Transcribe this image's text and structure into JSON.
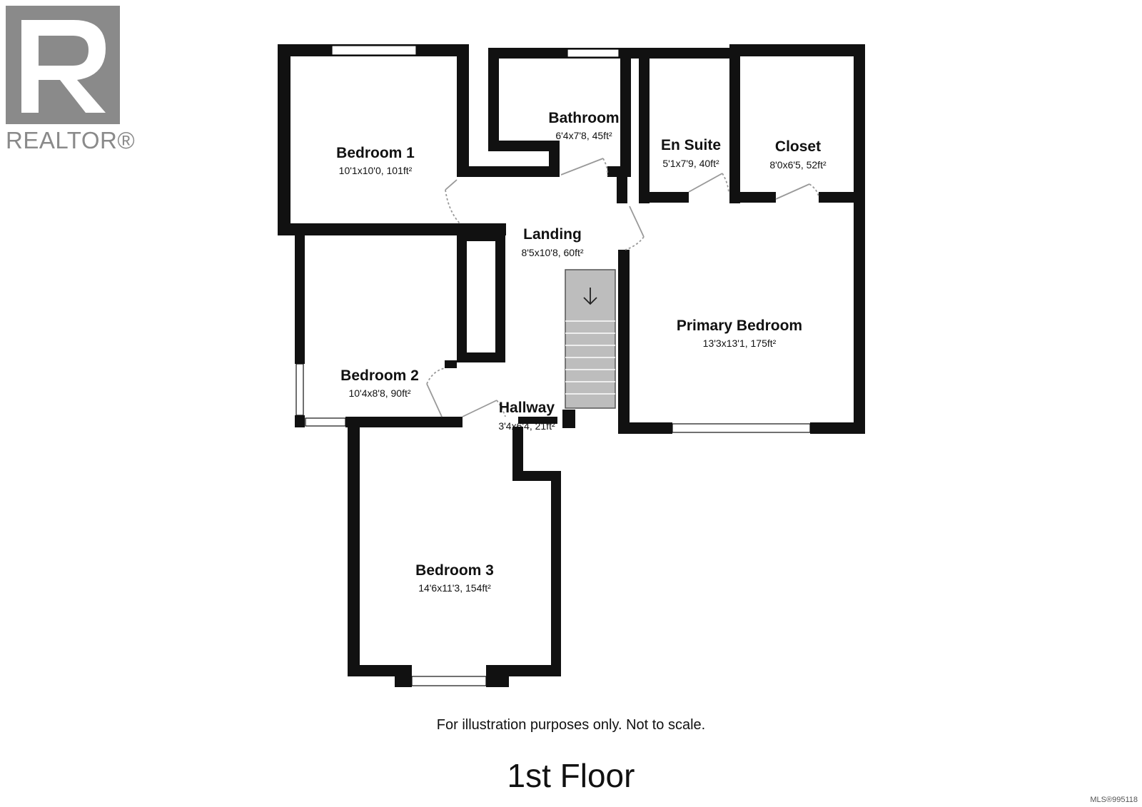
{
  "logo": {
    "text": "REALTOR®",
    "icon": "realtor-r-logo-icon",
    "color": "#8a8a8a"
  },
  "rooms": {
    "bedroom1": {
      "name": "Bedroom 1",
      "dims": "10'1x10'0, 101ft²"
    },
    "bathroom": {
      "name": "Bathroom",
      "dims": "6'4x7'8, 45ft²"
    },
    "ensuite": {
      "name": "En Suite",
      "dims": "5'1x7'9, 40ft²"
    },
    "closet": {
      "name": "Closet",
      "dims": "8'0x6'5, 52ft²"
    },
    "landing": {
      "name": "Landing",
      "dims": "8'5x10'8, 60ft²"
    },
    "primary": {
      "name": "Primary Bedroom",
      "dims": "13'3x13'1, 175ft²"
    },
    "bedroom2": {
      "name": "Bedroom 2",
      "dims": "10'4x8'8, 90ft²"
    },
    "hallway": {
      "name": "Hallway",
      "dims": "3'4x6'4, 21ft²"
    },
    "bedroom3": {
      "name": "Bedroom 3",
      "dims": "14'6x11'3, 154ft²"
    }
  },
  "stairs": {
    "icon": "down-arrow-icon"
  },
  "disclaimer": "For illustration purposes only. Not to scale.",
  "floor_title": "1st Floor",
  "mls": "MLS®995118",
  "colors": {
    "wall": "#111111",
    "stairs": "#bdbdbd",
    "window": "#ffffff",
    "door": "#999999"
  }
}
